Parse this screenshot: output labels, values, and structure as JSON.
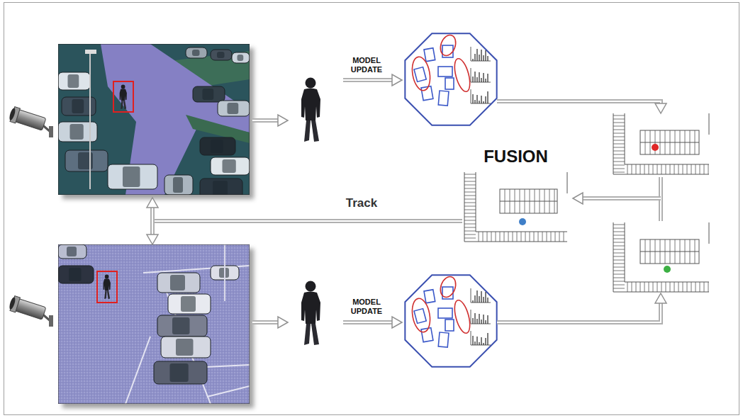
{
  "diagram": {
    "nodes": [
      {
        "text": [
          "FUSION"
        ]
      }
    ],
    "labels": [
      "MODEL UPDATE",
      "Track",
      "MODEL UPDATE"
    ]
  }
}
